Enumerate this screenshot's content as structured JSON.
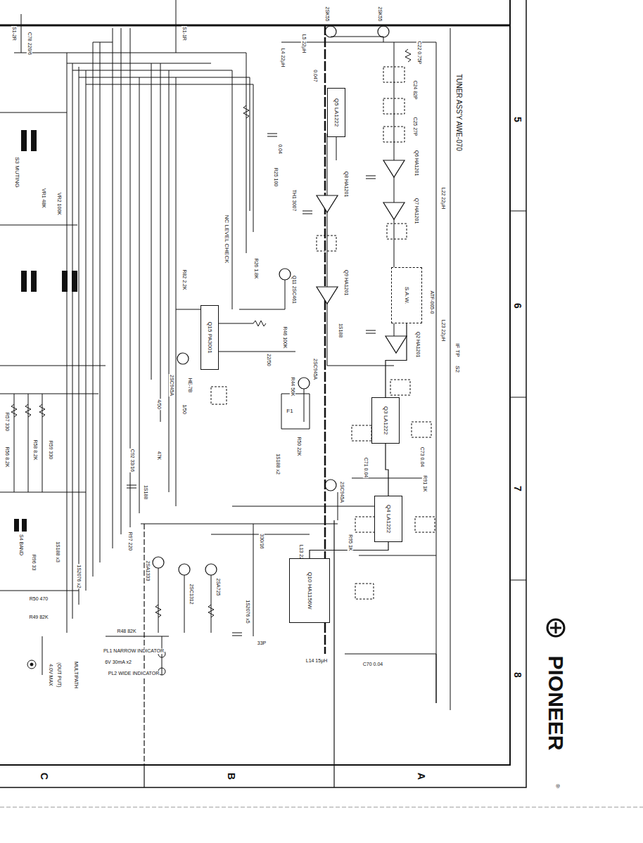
{
  "diagram": {
    "nodes": [
      {
        "text": [
          "Q5 LA1222"
        ]
      },
      {
        "text": [
          "S.A.W."
        ]
      },
      {
        "text": [
          "Q15 PA3001"
        ]
      },
      {
        "text": [
          "Q3 LA1222"
        ]
      },
      {
        "text": [
          "Q4 LA1222"
        ]
      },
      {
        "text": [
          "Q10 HA1156W"
        ]
      }
    ],
    "edges": [
      {
        "from": 1,
        "to": 3,
        "arrow": "none"
      },
      {
        "from": 3,
        "to": 4,
        "arrow": "none"
      },
      {
        "from": 4,
        "to": 5,
        "arrow": "none"
      }
    ],
    "labels": [
      "TUNER ASS'Y AWE-070",
      "5",
      "6",
      "7",
      "8",
      "C",
      "B",
      "A",
      "PIONEER",
      "®",
      "IF TP",
      "S2",
      "NC LEVEL CHECK",
      "S3 MUTING",
      "VR1 48K",
      "VR2 100K",
      "S1-2R",
      "C78 220/6",
      "S1-1R",
      "2SK55",
      "2SK55",
      "L4 22μH",
      "L5 22μH",
      "Q6 HA1201",
      "Q7 HA1201",
      "Q8 HA1201",
      "Q9 HA1201",
      "Q2 HA1201",
      "TH1 3007",
      "Q11 2SC461",
      "2SC945A",
      "2SC945A",
      "2SC945A",
      "1S188",
      "1S188",
      "1S188 x2",
      "1S188 x3",
      "1S2076 x2",
      "1S2076 x5",
      "2SA1333",
      "2SC1312",
      "2SA725",
      "R82 2.2K",
      "R57 330",
      "R56 8.2K",
      "R58 8.2K",
      "R59 330",
      "PL1 NARROW INDICATOR",
      "6V 30mA x2",
      "PL2 WIDE INDICATOR",
      "4.0V MAX",
      "(OUT PUT)",
      "MULTIPATH",
      "R49 82K",
      "R48 82K",
      "R50 470",
      "S4 BAND",
      "R96 33",
      "R97 220",
      "F1",
      "330/16",
      "L13 22μH",
      "ATF-005-0",
      "33P",
      "L14 15μH",
      "C70 0.04",
      "R95 1K",
      "C22 0.75P",
      "C24 82P",
      "C25 27P",
      "0.047",
      "0.04",
      "R46 100K",
      "R44 56K",
      "22/50",
      "C92 33/16",
      "47K",
      "HE-7B",
      "L22 22μH",
      "L23 22μH",
      "4/50",
      "R25 100",
      "R26 1.8K",
      "1/50",
      "R50 22K",
      "R91 1K",
      "C71 0.04",
      "C73 0.04"
    ]
  }
}
